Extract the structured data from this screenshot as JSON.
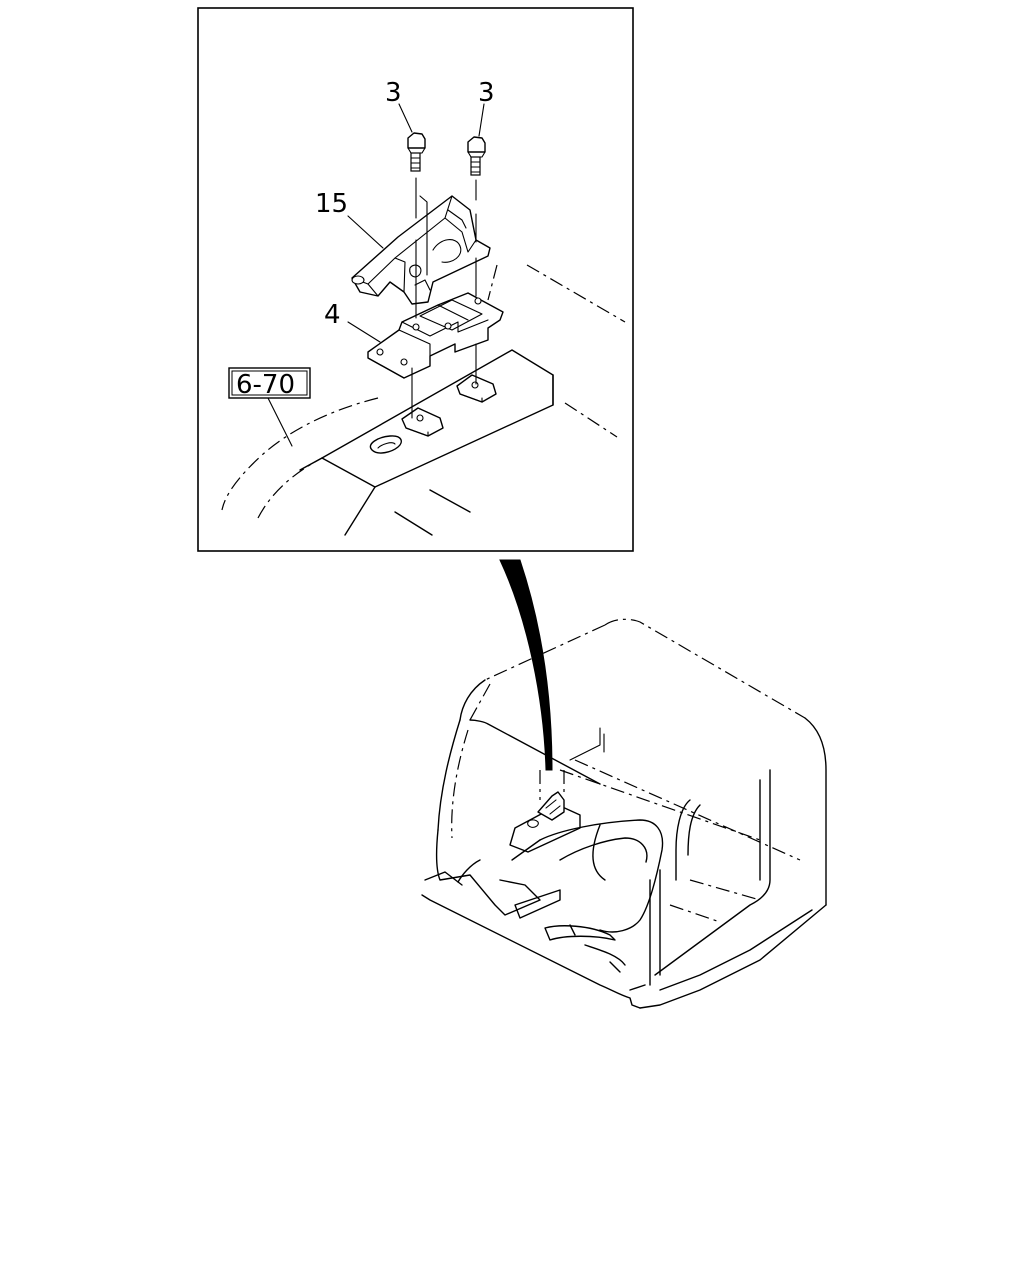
{
  "callouts": {
    "bolt_left": "3",
    "bolt_right": "3",
    "lock_assembly": "15",
    "bracket": "4",
    "reference_box": "6-70"
  }
}
